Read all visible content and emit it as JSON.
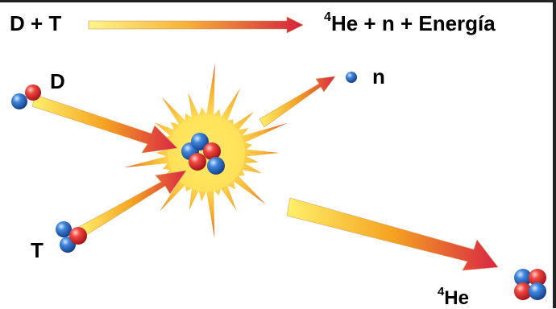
{
  "equation": {
    "reactants": "D + T",
    "products_sup": "4",
    "products_rest": "He + n + Energía"
  },
  "labels": {
    "deuterium": "D",
    "neutron": "n",
    "tritium": "T",
    "helium_sup": "4",
    "helium": "He"
  },
  "colors": {
    "proton": "#e1302c",
    "neutron": "#2f6fc7",
    "arrow_start": "#fff06a",
    "arrow_mid": "#f5a320",
    "arrow_end": "#d92545",
    "burst_core": "#ffe35a",
    "burst_edge": "#f07a2a"
  },
  "icons": {
    "burst": "explosion-burst",
    "proton": "red-sphere",
    "neutron": "blue-sphere"
  }
}
